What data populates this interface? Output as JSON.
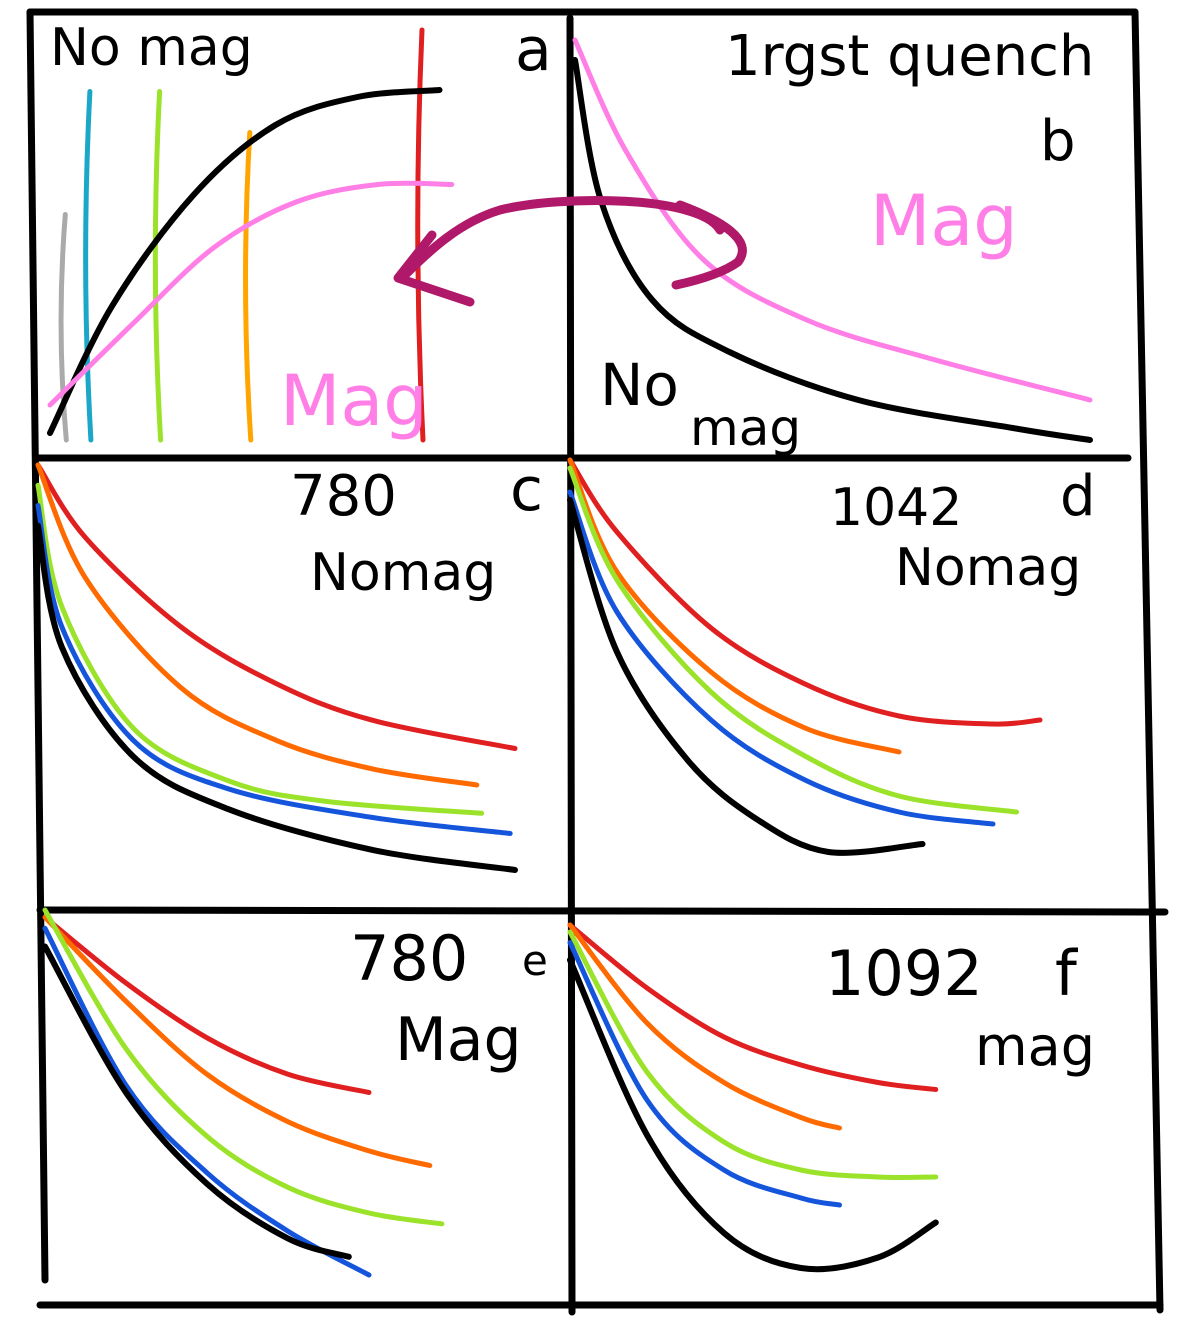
{
  "chart_data": [
    {
      "panel": "a",
      "type": "line",
      "labels": {
        "top_left": "No mag",
        "letter": "a",
        "bottom": "Mag"
      },
      "series": [
        {
          "name": "No mag",
          "color": "#000000",
          "shape": "hump",
          "x": [
            0,
            0.15,
            0.35,
            0.55,
            0.75,
            0.95
          ],
          "y": [
            0.02,
            0.38,
            0.7,
            0.9,
            0.98,
            1.0
          ]
        },
        {
          "name": "Mag",
          "color": "#ff7fe6",
          "shape": "hump",
          "x": [
            0,
            0.2,
            0.4,
            0.6,
            0.8,
            0.98
          ],
          "y": [
            0.1,
            0.33,
            0.55,
            0.68,
            0.73,
            0.73
          ]
        }
      ],
      "verticals": [
        {
          "color": "#aaaaaa",
          "position": 0.03,
          "top": 0.55
        },
        {
          "color": "#1aa7c8",
          "position": 0.09,
          "top": 0.85
        },
        {
          "color": "#9be22a",
          "position": 0.26,
          "top": 0.85
        },
        {
          "color": "#ffa500",
          "position": 0.48,
          "top": 0.75
        },
        {
          "color": "#e02020",
          "position": 0.9,
          "top": 1.0
        }
      ]
    },
    {
      "panel": "b",
      "type": "line",
      "labels": {
        "title": "1rgst quench",
        "letter": "b",
        "mag": "Mag",
        "nomag_1": "No",
        "nomag_2": "mag"
      },
      "series": [
        {
          "name": "Mag",
          "color": "#ff7fe6",
          "x": [
            0,
            0.1,
            0.25,
            0.45,
            0.7,
            1.0
          ],
          "y": [
            1.0,
            0.72,
            0.45,
            0.3,
            0.2,
            0.1
          ]
        },
        {
          "name": "No mag",
          "color": "#000000",
          "x": [
            0,
            0.05,
            0.15,
            0.3,
            0.55,
            0.85,
            1.0
          ],
          "y": [
            0.95,
            0.6,
            0.35,
            0.22,
            0.1,
            0.03,
            0.0
          ]
        }
      ],
      "arrow_color": "#b0186a"
    },
    {
      "panel": "c",
      "type": "line",
      "labels": {
        "number": "780",
        "letter": "c",
        "condition": "Nomag"
      },
      "series": [
        {
          "color": "#e02020",
          "x": [
            0,
            0.1,
            0.3,
            0.5,
            0.7,
            1.0
          ],
          "y": [
            1.0,
            0.82,
            0.6,
            0.46,
            0.37,
            0.3
          ]
        },
        {
          "color": "#ff6a00",
          "x": [
            0,
            0.1,
            0.3,
            0.5,
            0.7,
            0.92
          ],
          "y": [
            1.0,
            0.72,
            0.45,
            0.32,
            0.25,
            0.21
          ]
        },
        {
          "color": "#9be22a",
          "x": [
            0,
            0.05,
            0.2,
            0.4,
            0.6,
            0.93
          ],
          "y": [
            0.95,
            0.65,
            0.35,
            0.22,
            0.17,
            0.14
          ]
        },
        {
          "color": "#1455dc",
          "x": [
            0,
            0.05,
            0.2,
            0.4,
            0.7,
            0.99
          ],
          "y": [
            0.9,
            0.6,
            0.32,
            0.2,
            0.13,
            0.09
          ]
        },
        {
          "color": "#000000",
          "x": [
            0,
            0.05,
            0.2,
            0.4,
            0.7,
            1.0
          ],
          "y": [
            0.85,
            0.55,
            0.28,
            0.15,
            0.05,
            0.0
          ]
        }
      ]
    },
    {
      "panel": "d",
      "type": "line",
      "labels": {
        "number": "1042",
        "letter": "d",
        "condition": "Nomag"
      },
      "series": [
        {
          "color": "#e02020",
          "x": [
            0,
            0.1,
            0.3,
            0.5,
            0.7,
            0.9,
            1.0
          ],
          "y": [
            1.0,
            0.82,
            0.58,
            0.44,
            0.36,
            0.34,
            0.35
          ]
        },
        {
          "color": "#ff6a00",
          "x": [
            0,
            0.1,
            0.3,
            0.5,
            0.7
          ],
          "y": [
            1.0,
            0.72,
            0.47,
            0.33,
            0.27
          ]
        },
        {
          "color": "#9be22a",
          "x": [
            0,
            0.1,
            0.3,
            0.5,
            0.7,
            0.95
          ],
          "y": [
            0.98,
            0.7,
            0.42,
            0.26,
            0.16,
            0.12
          ]
        },
        {
          "color": "#1455dc",
          "x": [
            0,
            0.1,
            0.3,
            0.5,
            0.7,
            0.9
          ],
          "y": [
            0.92,
            0.62,
            0.35,
            0.2,
            0.12,
            0.09
          ]
        },
        {
          "color": "#000000",
          "x": [
            0,
            0.1,
            0.25,
            0.4,
            0.55,
            0.75
          ],
          "y": [
            0.9,
            0.52,
            0.25,
            0.1,
            0.02,
            0.04
          ]
        }
      ]
    },
    {
      "panel": "e",
      "type": "line",
      "labels": {
        "number": "780",
        "letter": "e",
        "condition": "Mag"
      },
      "series": [
        {
          "color": "#e02020",
          "x": [
            0,
            0.2,
            0.4,
            0.6,
            0.8
          ],
          "y": [
            0.98,
            0.8,
            0.65,
            0.55,
            0.5
          ]
        },
        {
          "color": "#ff6a00",
          "x": [
            0,
            0.2,
            0.4,
            0.6,
            0.8,
            0.95
          ],
          "y": [
            0.98,
            0.75,
            0.55,
            0.42,
            0.34,
            0.3
          ]
        },
        {
          "color": "#9be22a",
          "x": [
            0,
            0.2,
            0.4,
            0.6,
            0.8,
            0.98
          ],
          "y": [
            1.0,
            0.62,
            0.38,
            0.24,
            0.17,
            0.14
          ]
        },
        {
          "color": "#1455dc",
          "x": [
            0,
            0.2,
            0.4,
            0.6,
            0.8
          ],
          "y": [
            0.95,
            0.52,
            0.28,
            0.12,
            0.0
          ]
        },
        {
          "color": "#000000",
          "x": [
            0,
            0.2,
            0.4,
            0.6,
            0.75
          ],
          "y": [
            0.9,
            0.5,
            0.25,
            0.1,
            0.05
          ]
        }
      ]
    },
    {
      "panel": "f",
      "type": "line",
      "labels": {
        "number": "1092",
        "letter": "f",
        "condition": "mag"
      },
      "series": [
        {
          "color": "#e02020",
          "x": [
            0,
            0.2,
            0.4,
            0.6,
            0.8,
            0.95
          ],
          "y": [
            1.0,
            0.82,
            0.68,
            0.6,
            0.55,
            0.53
          ]
        },
        {
          "color": "#ff6a00",
          "x": [
            0,
            0.2,
            0.4,
            0.6,
            0.7
          ],
          "y": [
            1.0,
            0.72,
            0.55,
            0.45,
            0.42
          ]
        },
        {
          "color": "#9be22a",
          "x": [
            0,
            0.2,
            0.4,
            0.6,
            0.8,
            0.95
          ],
          "y": [
            0.98,
            0.58,
            0.38,
            0.3,
            0.28,
            0.28
          ]
        },
        {
          "color": "#1455dc",
          "x": [
            0,
            0.2,
            0.4,
            0.6,
            0.7
          ],
          "y": [
            0.95,
            0.5,
            0.3,
            0.22,
            0.2
          ]
        },
        {
          "color": "#000000",
          "x": [
            0,
            0.2,
            0.4,
            0.6,
            0.8,
            0.95
          ],
          "y": [
            0.9,
            0.4,
            0.12,
            0.02,
            0.05,
            0.15
          ]
        }
      ]
    }
  ]
}
